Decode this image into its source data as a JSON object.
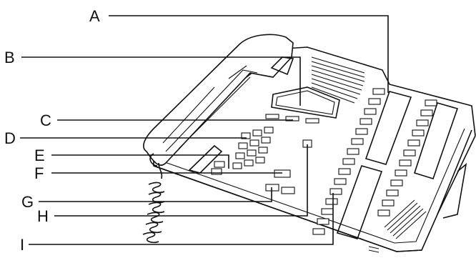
{
  "callouts": [
    {
      "id": "A",
      "label": "A"
    },
    {
      "id": "B",
      "label": "B"
    },
    {
      "id": "C",
      "label": "C"
    },
    {
      "id": "D",
      "label": "D"
    },
    {
      "id": "E",
      "label": "E"
    },
    {
      "id": "F",
      "label": "F"
    },
    {
      "id": "G",
      "label": "G"
    },
    {
      "id": "H",
      "label": "H"
    },
    {
      "id": "I",
      "label": "I"
    }
  ]
}
